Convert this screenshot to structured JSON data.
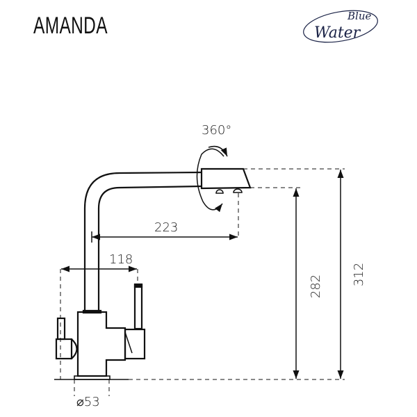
{
  "title": "AMANDA",
  "logo": {
    "line1": "Blue",
    "line2": "Water"
  },
  "dimensions": {
    "rotation": "360°",
    "spout_reach": "223",
    "handle_span": "118",
    "outlet_height": "282",
    "total_height": "312",
    "base_diameter": "⌀53"
  }
}
